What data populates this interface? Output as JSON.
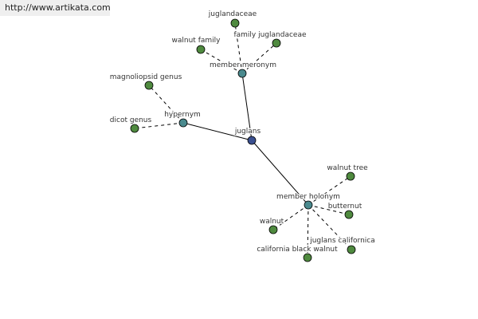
{
  "watermark": "http://www.artikata.com",
  "colors": {
    "center": "#3a4f8f",
    "relation": "#4a8a8e",
    "leaf": "#4f8a3f",
    "edge": "#000000"
  },
  "nodes": [
    {
      "id": "juglans",
      "label": "juglans",
      "kind": "center"
    },
    {
      "id": "hypernym",
      "label": "hypernym",
      "kind": "relation"
    },
    {
      "id": "member-meronym",
      "label": "member meronym",
      "kind": "relation"
    },
    {
      "id": "member-holonym",
      "label": "member holonym",
      "kind": "relation"
    },
    {
      "id": "magnoliopsid-genus",
      "label": "magnoliopsid genus",
      "kind": "leaf"
    },
    {
      "id": "dicot-genus",
      "label": "dicot genus",
      "kind": "leaf"
    },
    {
      "id": "juglandaceae",
      "label": "juglandaceae",
      "kind": "leaf"
    },
    {
      "id": "walnut-family",
      "label": "walnut family",
      "kind": "leaf"
    },
    {
      "id": "family-juglandaceae",
      "label": "family juglandaceae",
      "kind": "leaf"
    },
    {
      "id": "walnut-tree",
      "label": "walnut tree",
      "kind": "leaf"
    },
    {
      "id": "butternut",
      "label": "butternut",
      "kind": "leaf"
    },
    {
      "id": "walnut",
      "label": "walnut",
      "kind": "leaf"
    },
    {
      "id": "juglans-californica",
      "label": "juglans californica",
      "kind": "leaf"
    },
    {
      "id": "california-black-walnut",
      "label": "california black walnut",
      "kind": "leaf"
    }
  ],
  "edges": [
    {
      "from": "juglans",
      "to": "hypernym",
      "style": "solid"
    },
    {
      "from": "juglans",
      "to": "member-meronym",
      "style": "solid"
    },
    {
      "from": "juglans",
      "to": "member-holonym",
      "style": "solid"
    },
    {
      "from": "hypernym",
      "to": "magnoliopsid-genus",
      "style": "dashed"
    },
    {
      "from": "hypernym",
      "to": "dicot-genus",
      "style": "dashed"
    },
    {
      "from": "member-meronym",
      "to": "juglandaceae",
      "style": "dashed"
    },
    {
      "from": "member-meronym",
      "to": "walnut-family",
      "style": "dashed"
    },
    {
      "from": "member-meronym",
      "to": "family-juglandaceae",
      "style": "dashed"
    },
    {
      "from": "member-holonym",
      "to": "walnut-tree",
      "style": "dashed"
    },
    {
      "from": "member-holonym",
      "to": "butternut",
      "style": "dashed"
    },
    {
      "from": "member-holonym",
      "to": "walnut",
      "style": "dashed"
    },
    {
      "from": "member-holonym",
      "to": "juglans-californica",
      "style": "dashed"
    },
    {
      "from": "member-holonym",
      "to": "california-black-walnut",
      "style": "dashed"
    }
  ]
}
